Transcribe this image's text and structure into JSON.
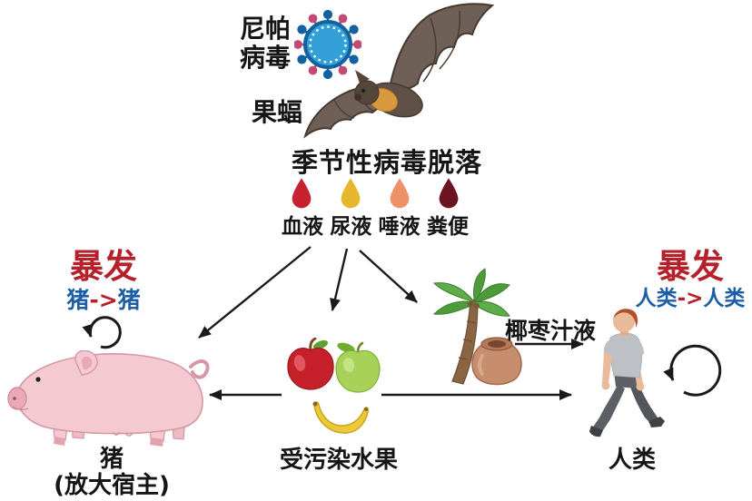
{
  "virus": {
    "label": "尼帕病毒"
  },
  "bat": {
    "label": "果蝠"
  },
  "shedding": {
    "label": "季节性病毒脱落"
  },
  "secretions": [
    {
      "label": "血液",
      "color": "#c5212e"
    },
    {
      "label": "尿液",
      "color": "#e7b62f"
    },
    {
      "label": "唾液",
      "color": "#ef9267"
    },
    {
      "label": "粪便",
      "color": "#6d1420"
    }
  ],
  "pig_outbreak": {
    "title": "暴发",
    "route_from": "猪",
    "route_arrow": "->",
    "route_to": "猪"
  },
  "pig": {
    "label": "猪",
    "sublabel": "(放大宿主)"
  },
  "contaminated_fruit": {
    "label": "受污染水果"
  },
  "palm_sap": {
    "label": "椰枣汁液"
  },
  "human_outbreak": {
    "title": "暴发",
    "route_from": "人类",
    "route_arrow": "->",
    "route_to": "人类"
  },
  "human": {
    "label": "人类"
  },
  "colors": {
    "outbreak_red": "#b5202a",
    "route_blue": "#1d5fa7",
    "arrow_black": "#1a1a1a",
    "virus_body_blue": "#33a0d8",
    "virus_ring_blue": "#14619f",
    "virus_spike_pink": "#c34a73",
    "pig_pink": "#f4c9d0",
    "palm_green": "#4e9b3c",
    "pot_clay": "#c68e6c"
  }
}
